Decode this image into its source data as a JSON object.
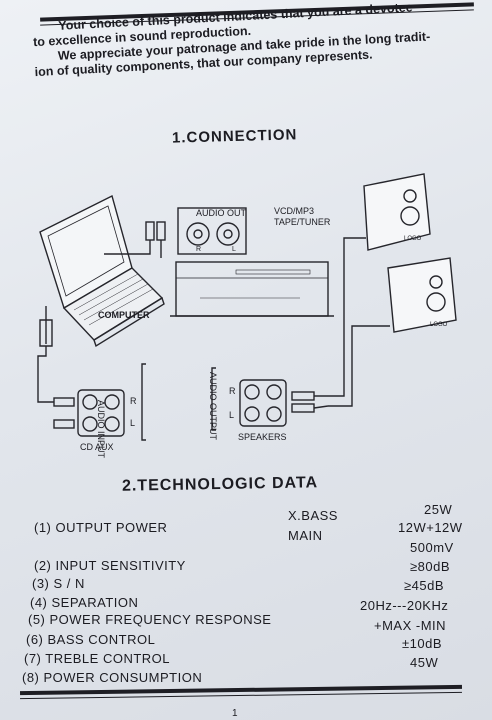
{
  "intro": {
    "line1": "Your choice of this product indicates that you are a devotee",
    "line2": "to excellence in sound reproduction.",
    "line3": "We appreciate your patronage and take pride in the long tradit-",
    "line4": "ion of quality components, that our company represents."
  },
  "section1_title": "1.CONNECTION",
  "diagram": {
    "audio_out": "AUDIO OUT",
    "audio_out_r": "R",
    "audio_out_l": "L",
    "source_line1": "VCD/MP3",
    "source_line2": "TAPE/TUNER",
    "computer": "COMPUTER",
    "logo_top": "LOGO",
    "logo_bottom": "LOGO",
    "audio_input": "AUDIO INPUT",
    "input_r": "R",
    "input_l": "L",
    "cd_aux": "CD AUX",
    "audio_output": "AUDIO OUTPUT",
    "output_r": "R",
    "output_l": "L",
    "speakers": "SPEAKERS"
  },
  "section2_title": "2.TECHNOLOGIC DATA",
  "specs": [
    {
      "label": "(1) OUTPUT POWER"
    },
    {
      "label": "(2) INPUT SENSITIVITY",
      "value": "500mV"
    },
    {
      "label": "(3) S / N",
      "value": "≥80dB"
    },
    {
      "label": "(4) SEPARATION",
      "value": "≥45dB"
    },
    {
      "label": "(5) POWER FREQUENCY RESPONSE",
      "value": "20Hz---20KHz"
    },
    {
      "label": "(6) BASS CONTROL",
      "value": "+MAX -MIN"
    },
    {
      "label": "(7) TREBLE CONTROL",
      "value": "±10dB"
    },
    {
      "label": "(8) POWER CONSUMPTION",
      "value": "45W"
    }
  ],
  "output_power": {
    "bass_label": "X.BASS",
    "main_label": "MAIN",
    "bass_value": "25W",
    "main_value": "12W+12W"
  },
  "page_number": "1"
}
